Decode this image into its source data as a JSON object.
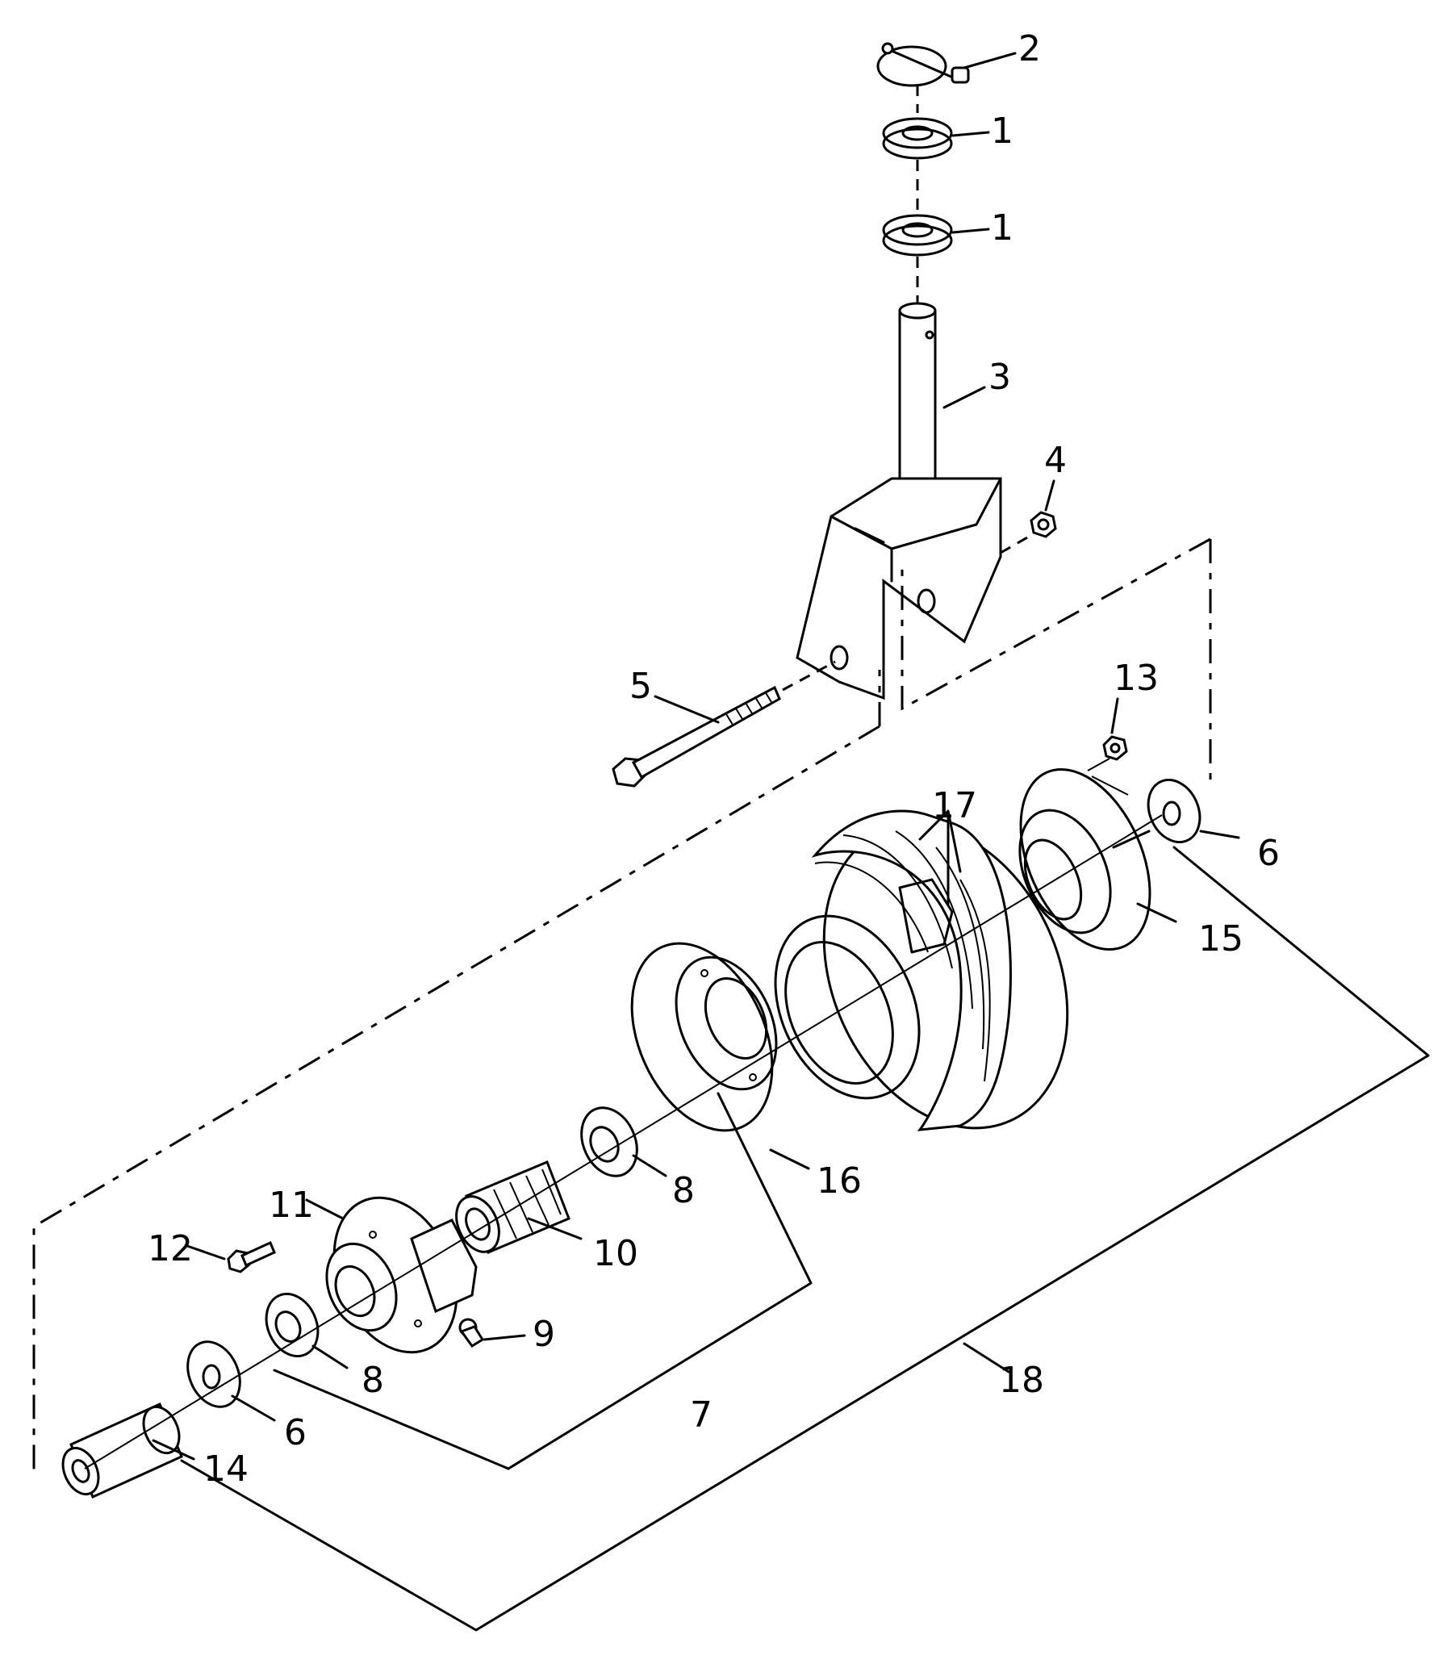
{
  "callouts": [
    {
      "id": "c1a",
      "text": "1"
    },
    {
      "id": "c1b",
      "text": "1"
    },
    {
      "id": "c2",
      "text": "2"
    },
    {
      "id": "c3",
      "text": "3"
    },
    {
      "id": "c4",
      "text": "4"
    },
    {
      "id": "c5",
      "text": "5"
    },
    {
      "id": "c6a",
      "text": "6"
    },
    {
      "id": "c6b",
      "text": "6"
    },
    {
      "id": "c7",
      "text": "7"
    },
    {
      "id": "c8a",
      "text": "8"
    },
    {
      "id": "c8b",
      "text": "8"
    },
    {
      "id": "c9",
      "text": "9"
    },
    {
      "id": "c10",
      "text": "10"
    },
    {
      "id": "c11",
      "text": "11"
    },
    {
      "id": "c12",
      "text": "12"
    },
    {
      "id": "c13",
      "text": "13"
    },
    {
      "id": "c14",
      "text": "14"
    },
    {
      "id": "c15",
      "text": "15"
    },
    {
      "id": "c16",
      "text": "16"
    },
    {
      "id": "c17",
      "text": "17"
    },
    {
      "id": "c18",
      "text": "18"
    }
  ]
}
